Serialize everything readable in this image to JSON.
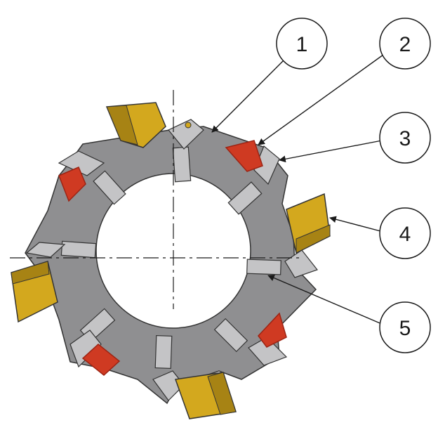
{
  "callouts": [
    {
      "label": "1"
    },
    {
      "label": "2"
    },
    {
      "label": "3"
    },
    {
      "label": "4"
    },
    {
      "label": "5"
    }
  ],
  "colors": {
    "body": "#8f8f91",
    "body_stroke": "#333333",
    "yellow_insert": "#d3a81e",
    "yellow_insert_dark": "#a78314",
    "red_insert": "#cf3a22",
    "red_insert_dark": "#9c2414",
    "wedge": "#c4c4c6",
    "centerline": "#1a1a1a"
  },
  "icons": [
    "callout-circle",
    "leader-line",
    "centerline-cross"
  ]
}
